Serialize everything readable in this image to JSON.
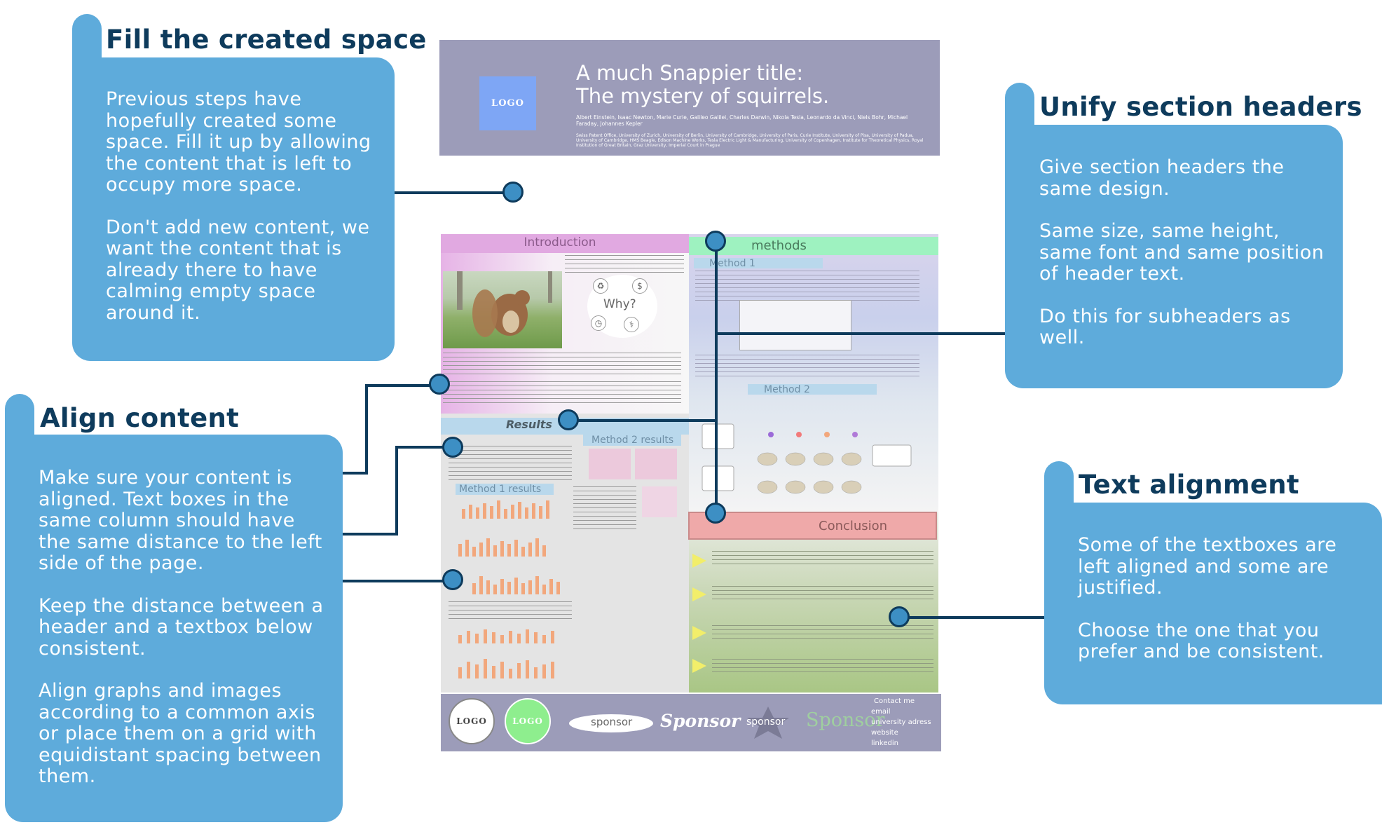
{
  "callouts": {
    "fill": {
      "title": "Fill the created space",
      "paragraphs": [
        "Previous steps have hopefully created some space. Fill it up by allowing the content that is left to occupy more space.",
        "Don't add new content, we want the content that is already there to have calming empty space around it."
      ]
    },
    "align": {
      "title": "Align content",
      "paragraphs": [
        "Make sure your content is aligned. Text boxes in the same column should have the same distance to the left side of the page.",
        "Keep the distance between a header and a textbox below consistent.",
        "Align graphs and images according to a common axis or place them on a grid with equidistant spacing between them."
      ]
    },
    "unify": {
      "title": "Unify section headers",
      "paragraphs": [
        "Give section headers the same design.",
        "Same size, same height, same font and same position of header text.",
        "Do this for subheaders as well."
      ]
    },
    "text_alignment": {
      "title": "Text alignment",
      "paragraphs": [
        "Some of the textboxes are left aligned and some are justified.",
        "Choose the one that you prefer and be consistent."
      ]
    }
  },
  "poster": {
    "logo": "LOGO",
    "title_line1": "A much Snappier title:",
    "title_line2": "The mystery of squirrels.",
    "authors": "Albert Einstein, Isaac Newton, Marie Curie, Galileo Galilei, Charles Darwin, Nikola Tesla, Leonardo da Vinci, Niels Bohr, Michael Faraday, Johannes Kepler",
    "affiliations": "Swiss Patent Office, University of Zurich, University of Berlin, University of Cambridge, University of Paris, Curie Institute, University of Pisa, University of Padua, University of Cambridge, HMS Beagle, Edison Machine Works, Tesla Electric Light & Manufacturing, University of Copenhagen, Institute for Theoretical Physics, Royal Institution of Great Britain, Graz University, Imperial Court in Prague",
    "sections": {
      "introduction": "Introduction",
      "methods": "methods",
      "method1": "Method 1",
      "method2": "Method 2",
      "results": "Results",
      "method1_results": "Method 1 results",
      "method2_results": "Method 2 results",
      "conclusion": "Conclusion"
    },
    "why": "Why?",
    "footer": {
      "logo1": "LOGO",
      "logo2": "LOGO",
      "sponsors": [
        "sponsor",
        "Sponsor",
        "sponsor",
        "Sponsor"
      ],
      "contact": [
        "Contact me",
        "email",
        "university adress",
        "website",
        "linkedin"
      ]
    },
    "colors": {
      "intro_header": "#e1a9e1",
      "methods_header": "#9ef2c0",
      "results_header": "#b9d8ec",
      "conclusion_header": "#efa9a9",
      "subheader": "#b9d8ec",
      "bars": "#f2a77c"
    }
  }
}
